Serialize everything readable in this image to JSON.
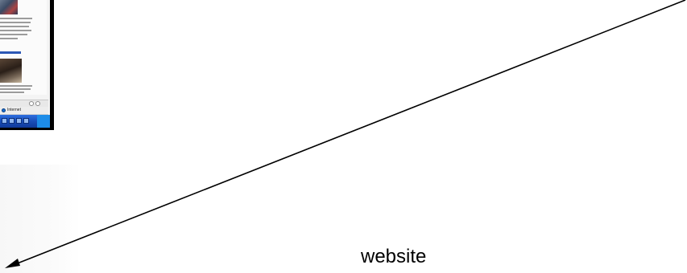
{
  "caption": {
    "label": "website"
  },
  "thumbnail": {
    "status_text": "Internet",
    "photo_caption": ""
  },
  "arrow": {
    "color": "#000000",
    "direction": "down-left"
  },
  "icons": [
    "globe-icon",
    "arrow-head-icon"
  ]
}
